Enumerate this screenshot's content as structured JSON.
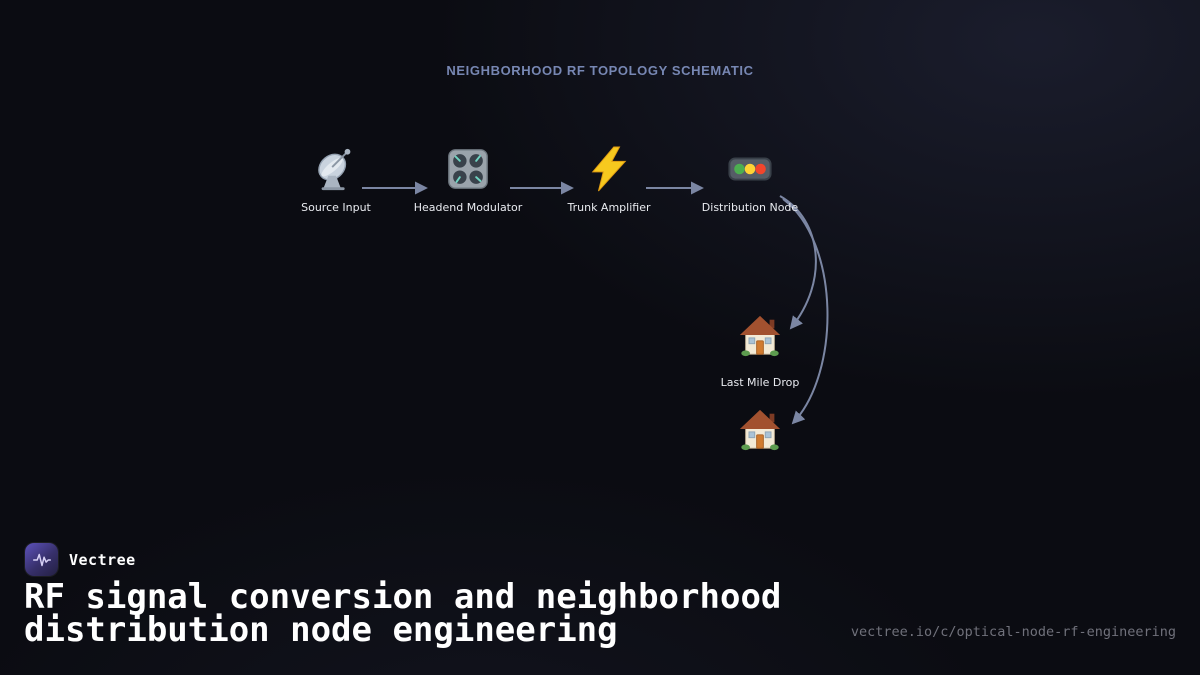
{
  "schematic": {
    "title": "NEIGHBORHOOD RF TOPOLOGY SCHEMATIC",
    "nodes": [
      {
        "icon": "satellite-dish",
        "label": "Source Input"
      },
      {
        "icon": "control-knobs",
        "label": "Headend Modulator"
      },
      {
        "icon": "lightning-bolt",
        "label": "Trunk Amplifier"
      },
      {
        "icon": "traffic-light",
        "label": "Distribution Node"
      },
      {
        "icon": "house",
        "label": "Last Mile Drop"
      },
      {
        "icon": "house",
        "label": ""
      }
    ],
    "edges": [
      {
        "from": "Source Input",
        "to": "Headend Modulator"
      },
      {
        "from": "Headend Modulator",
        "to": "Trunk Amplifier"
      },
      {
        "from": "Trunk Amplifier",
        "to": "Distribution Node"
      },
      {
        "from": "Distribution Node",
        "to": "Last Mile Drop (house 1)"
      },
      {
        "from": "Distribution Node",
        "to": "Last Mile Drop (house 2)"
      }
    ]
  },
  "footer": {
    "brand": "Vectree",
    "headline": "RF signal conversion and neighborhood distribution node engineering",
    "url": "vectree.io/c/optical-node-rf-engineering"
  },
  "colors": {
    "background": "#0b0c12",
    "title": "#7787b3",
    "edge": "#7b86a3",
    "node_label": "#e9ebf0",
    "headline": "#ffffff",
    "url": "#70717b",
    "logo": "#5d52bb"
  }
}
